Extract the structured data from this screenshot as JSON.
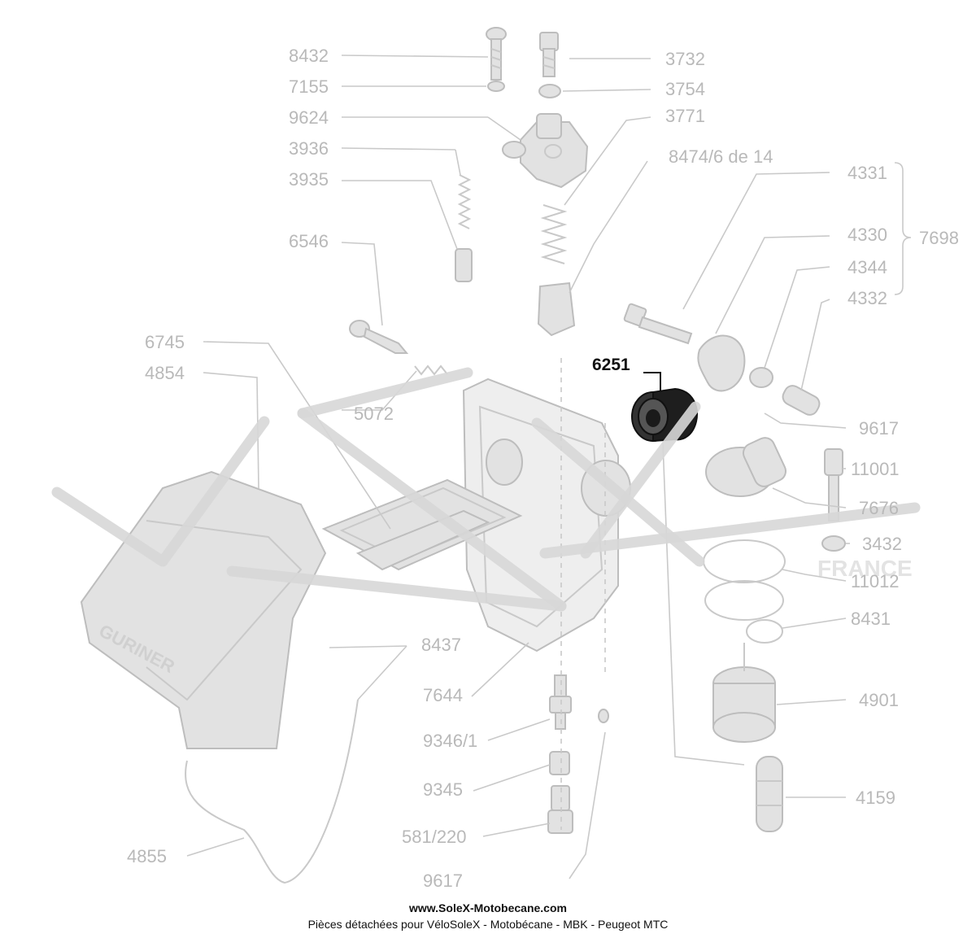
{
  "labels": {
    "l8432": "8432",
    "l7155": "7155",
    "l9624": "9624",
    "l3936": "3936",
    "l3935": "3935",
    "l6546": "6546",
    "l6745": "6745",
    "l4854": "4854",
    "l5072": "5072",
    "l3732": "3732",
    "l3754": "3754",
    "l3771": "3771",
    "l8474": "8474/6 de 14",
    "l4331": "4331",
    "l4330": "4330",
    "l7698": "7698",
    "l4344": "4344",
    "l4332": "4332",
    "l6251": "6251",
    "l9617a": "9617",
    "l11001": "11001",
    "l7676": "7676",
    "l3432": "3432",
    "l11012": "11012",
    "l8431": "8431",
    "l4901": "4901",
    "l4159": "4159",
    "l8437": "8437",
    "l7644": "7644",
    "l9346": "9346/1",
    "l9345": "9345",
    "l581": "581/220",
    "l4855": "4855",
    "l9617b": "9617"
  },
  "tank_brand": "GURINER",
  "watermark_text": "FRANCE",
  "highlighted_part": "6251",
  "footer": {
    "site": "www.SoleX-Motobecane.com",
    "description": "Pièces détachées pour VéloSoleX - Motobécane - MBK - Peugeot MTC"
  }
}
